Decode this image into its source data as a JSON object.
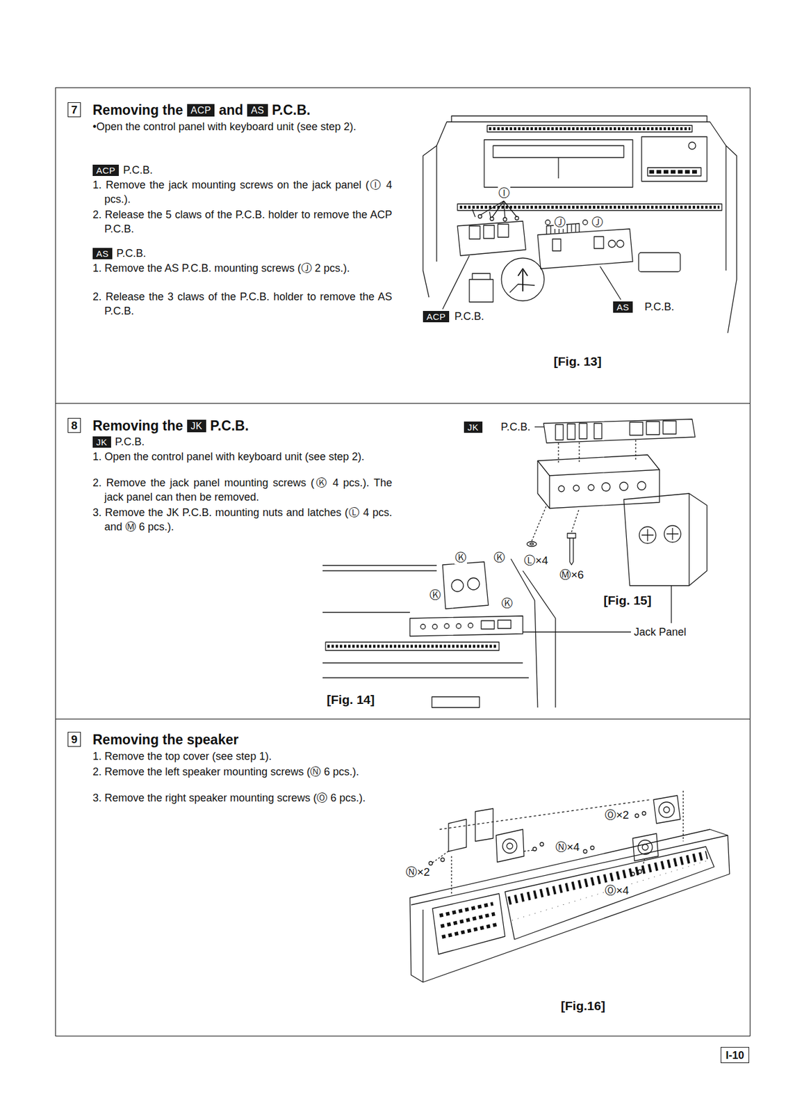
{
  "diagram": {
    "nodes": [
      {
        "text": [
          "Removing the",
          "ACP",
          "and",
          "AS",
          "P.C.B.",
          "•Open the control panel with keyboard unit (see step 2).",
          "ACP",
          "P.C.B.",
          "1. Remove the jack mounting screws on the jack panel (Ⓘ 4 pcs.).",
          "2. Release the 5 claws of the P.C.B. holder to remove the ACP P.C.B.",
          "AS",
          "P.C.B.",
          "1. Remove the AS P.C.B. mounting screws (Ⓙ 2 pcs.).",
          "2. Release the 3 claws of the P.C.B. holder to remove the AS P.C.B."
        ]
      },
      {
        "text": [
          "7"
        ],
        "in": 0
      },
      {
        "text": [
          "Removing the",
          "JK",
          "P.C.B.",
          "JK",
          "P.C.B.",
          "1. Open the control panel with keyboard unit (see step 2).",
          "2. Remove the jack panel mounting screws (Ⓚ 4 pcs.). The jack panel can then be removed.",
          "3. Remove the JK P.C.B. mounting nuts and latches (Ⓛ 4 pcs. and Ⓜ 6 pcs.)."
        ]
      },
      {
        "text": [
          "8"
        ],
        "in": 2
      },
      {
        "text": [
          "Removing the speaker",
          "1. Remove the top cover (see step 1).",
          "2. Remove the left speaker mounting screws (Ⓝ 6 pcs.).",
          "3. Remove the right speaker mounting screws (Ⓞ 6 pcs.)."
        ]
      },
      {
        "text": [
          "9"
        ],
        "in": 4
      },
      {
        "text": [
          "I-10"
        ]
      }
    ],
    "labels": [
      "Ⓘ",
      "Ⓙ",
      "Ⓙ",
      "ACP",
      "P.C.B.",
      "AS",
      "P.C.B.",
      "[Fig. 13]",
      "JK",
      "P.C.B.",
      "Ⓚ",
      "Ⓚ",
      "Ⓚ",
      "Ⓚ",
      "Ⓛ×4",
      "Ⓜ×6",
      "[Fig. 15]",
      "Jack Panel",
      "[Fig. 14]",
      "Ⓞ×2",
      "Ⓝ×4",
      "Ⓝ×2",
      "Ⓞ×4",
      "[Fig.16]"
    ]
  }
}
